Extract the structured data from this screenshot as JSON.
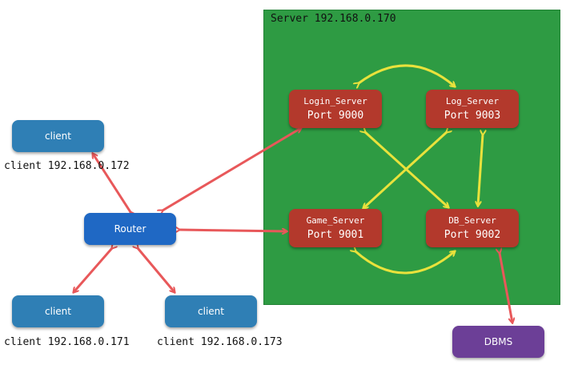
{
  "server": {
    "title": "Server 192.168.0.170"
  },
  "nodes": {
    "client_top": {
      "label": "client",
      "ip": "client 192.168.0.172"
    },
    "router": {
      "label": "Router"
    },
    "client_bottom_left": {
      "label": "client",
      "ip": "client 192.168.0.171"
    },
    "client_bottom_right": {
      "label": "client",
      "ip": "client 192.168.0.173"
    },
    "login_server": {
      "name": "Login_Server",
      "port": "Port 9000"
    },
    "log_server": {
      "name": "Log_Server",
      "port": "Port 9003"
    },
    "game_server": {
      "name": "Game_Server",
      "port": "Port 9001"
    },
    "db_server": {
      "name": "DB_Server",
      "port": "Port 9002"
    },
    "dbms": {
      "label": "DBMS"
    }
  },
  "colors": {
    "server_bg": "#2e9b43",
    "client": "#2f7fb5",
    "router": "#1f68c4",
    "server_node": "#b3392c",
    "dbms": "#6c3f97",
    "red_edge": "#e8585a",
    "yellow_edge": "#e9e23c"
  }
}
